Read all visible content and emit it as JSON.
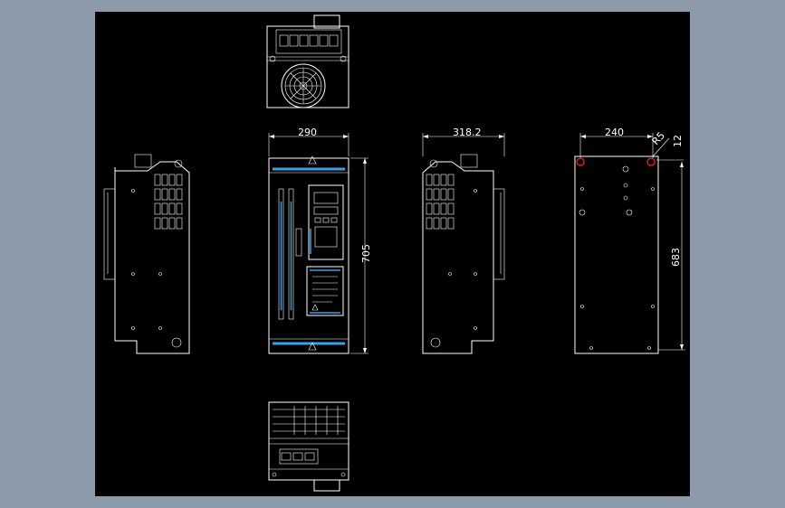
{
  "drawing": {
    "background": "#000000",
    "frame_color": "#8d9aaa",
    "line_color": "#ffffff",
    "accent_color": "#3aa0e6",
    "mount_hole_color": "#ff2020"
  },
  "dimensions": {
    "front_width": "290",
    "front_height": "705",
    "side_depth": "318.2",
    "rear_width": "240",
    "rear_hole_spacing": "683",
    "rear_hole_radius": "R5",
    "rear_hole_offset": "12"
  }
}
